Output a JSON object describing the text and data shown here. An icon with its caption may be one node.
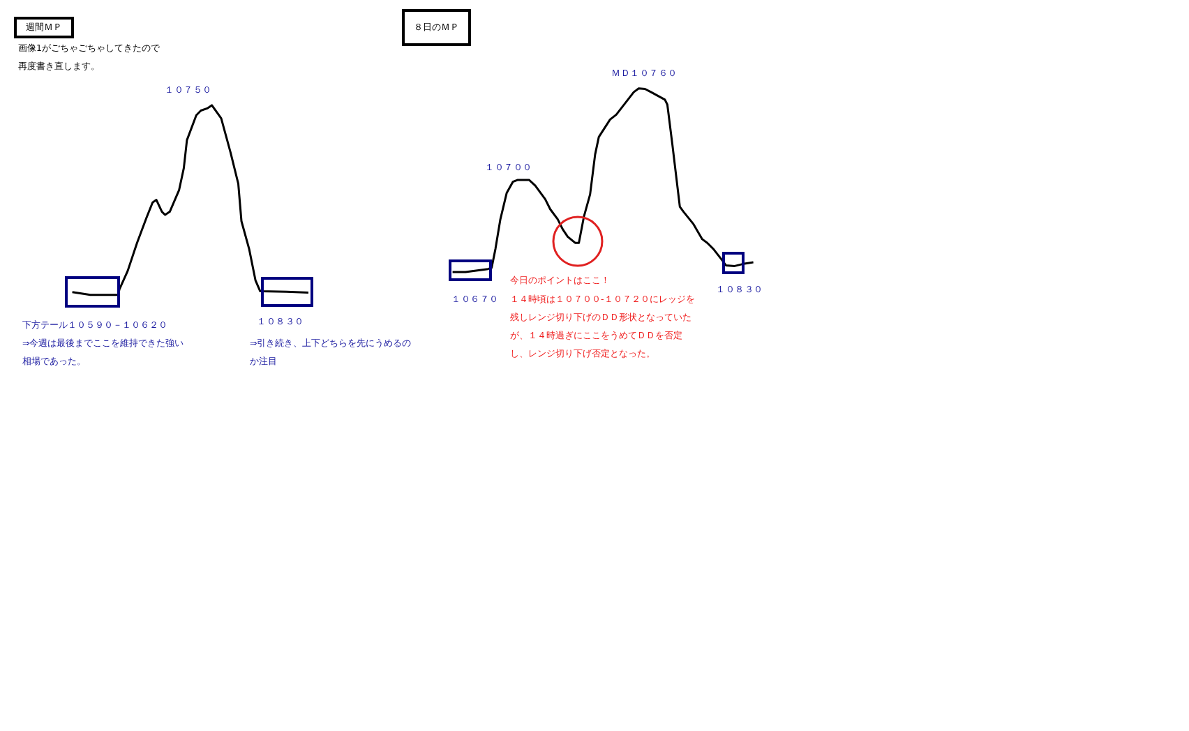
{
  "diagram": {
    "nodes": [
      {
        "text": [
          "週間ＭＰ"
        ]
      },
      {
        "text": [
          "８日のＭＰ"
        ]
      }
    ],
    "labels": [
      "画像1がごちゃごちゃしてきたので再度書き直します。",
      "１０７５０",
      "ＭＤ１０７６０",
      "１０７００",
      "１０６７０",
      "下方テール１０５９０－１０６２０",
      "⇒今週は最後までここを維持できた強い相場であった。",
      "１０８３０",
      "⇒引き続き、上下どちらを先にうめるのか注目",
      "今日のポイントはここ！",
      "１４時頃は１０７００-１０７２０にレッジを残しレンジ切り下げのＤＤ形状となっていたが、１４時過ぎにここをうめてＤＤを否定し、レンジ切り下げ否定となった。",
      "１０８３０"
    ]
  }
}
